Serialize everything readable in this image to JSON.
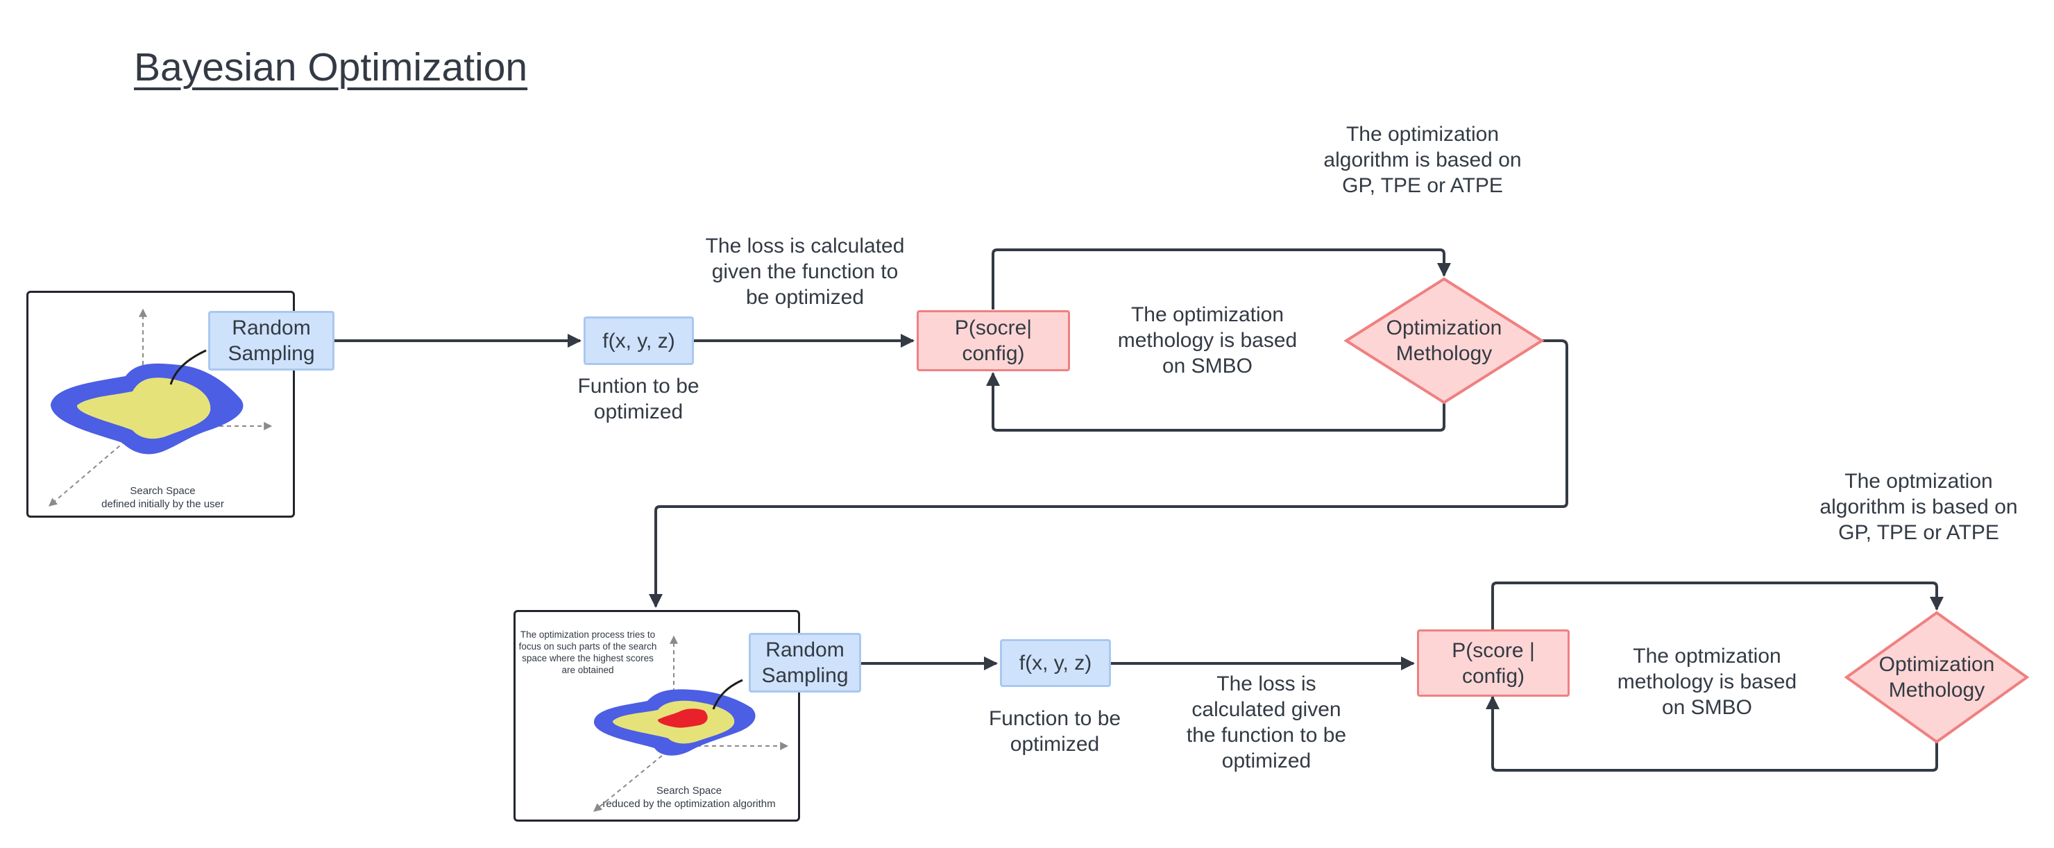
{
  "title": "Bayesian Optimization",
  "row1": {
    "panel_caption_line1": "Search Space",
    "panel_caption_line2": "defined initially by the user",
    "random_sampling": "Random Sampling",
    "function_box": "f(x, y, z)",
    "function_caption": "Funtion to be optimized",
    "loss_caption": "The loss is calculated given the function to be optimized",
    "prob_box": "P(socre| config)",
    "smbo_caption": "The optimization methology is based on SMBO",
    "diamond": "Optimization Methology",
    "algo_caption": "The optimization algorithm is based on GP, TPE or ATPE"
  },
  "row2": {
    "panel_note": "The optimization process tries to focus on such parts of the search space where the highest scores are obtained",
    "panel_caption_line1": "Search Space",
    "panel_caption_line2": "reduced by the optimization algorithm",
    "random_sampling": "Random Sampling",
    "function_box": "f(x, y, z)",
    "function_caption": "Function to be optimized",
    "loss_caption": "The loss is calculated given the function to be optimized",
    "prob_box": "P(score | config)",
    "smbo_caption": "The optmization methology is based on SMBO",
    "diamond": "Optimization Methology",
    "algo_caption": "The optmization algorithm is based on GP, TPE or ATPE"
  },
  "colors": {
    "line": "#333a44",
    "blue_fill": "#cfe2fb",
    "blue_border": "#a9c8f0",
    "red_fill": "#fdd5d5",
    "red_border": "#f08080",
    "blob_outer": "#4b5ee4",
    "blob_inner": "#e6e27a",
    "hotspot": "#e8212b"
  }
}
